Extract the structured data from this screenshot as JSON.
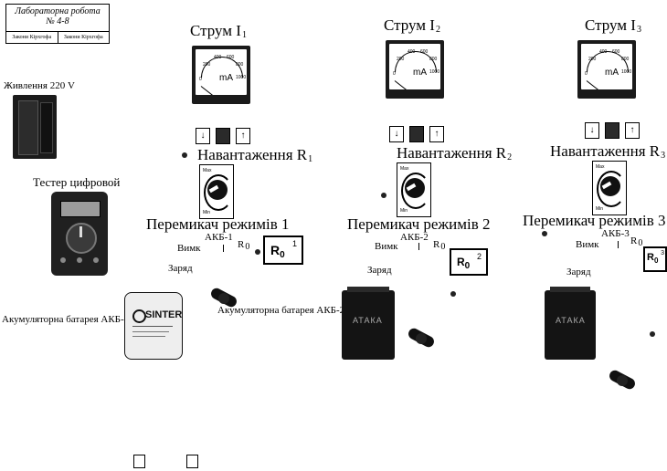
{
  "title_card": {
    "line1": "Лабораторна робота",
    "line2": "№ 4-8",
    "cell_left": "Закони Кірхгофа",
    "cell_right": "Закони Кірхгофа"
  },
  "left": {
    "power_label": "Живлення 220 V",
    "tester_label": "Тестер цифровой",
    "battery_label": "Акумуляторна батарея АКБ-1",
    "battery_brand": "SINTER"
  },
  "circuits": [
    {
      "current_label": "Струм I",
      "current_sub": "1",
      "meter": {
        "unit": "mA",
        "scale": [
          "0",
          "200",
          "400",
          "600",
          "800",
          "1000"
        ]
      },
      "load_label": "Навантаження R",
      "load_sub": "1",
      "pot": {
        "max": "Max",
        "min": "Min"
      },
      "mode_label": "Перемикач режимів 1",
      "pos_off": "Вимк",
      "pos_akb": "АКБ-1",
      "pos_r0": "R",
      "pos_r0_sub": "0",
      "pos_charge": "Заряд",
      "r0_main": "R",
      "r0_sub": "0",
      "r0_sup": "1"
    },
    {
      "current_label": "Струм I",
      "current_sub": "2",
      "meter": {
        "unit": "mA",
        "scale": [
          "0",
          "200",
          "400",
          "600",
          "800",
          "1000"
        ]
      },
      "load_label": "Навантаження R",
      "load_sub": "2",
      "pot": {
        "max": "Max",
        "min": "Min"
      },
      "mode_label": "Перемикач режимів 2",
      "pos_off": "Вимк",
      "pos_akb": "АКБ-2",
      "pos_r0": "R",
      "pos_r0_sub": "0",
      "pos_charge": "Заряд",
      "r0_main": "R",
      "r0_sub": "0",
      "r0_sup": "2",
      "battery_label": "Акумуляторна батарея АКБ-2",
      "battery_brand": "АТАКА"
    },
    {
      "current_label": "Струм I",
      "current_sub": "3",
      "meter": {
        "unit": "mA",
        "scale": [
          "0",
          "200",
          "400",
          "600",
          "800",
          "1000"
        ]
      },
      "load_label": "Навантаження R",
      "load_sub": "3",
      "pot": {
        "max": "Max",
        "min": "Min"
      },
      "mode_label": "Перемикач режимів 3",
      "pos_off": "Вимк",
      "pos_akb": "АКБ-3",
      "pos_r0": "R",
      "pos_r0_sub": "0",
      "pos_charge": "Заряд",
      "r0_main": "R",
      "r0_sub": "0",
      "r0_sup": "3",
      "battery_brand": "АТАКА"
    }
  ],
  "icons": {
    "switch_left": "arrow-down-icon",
    "switch_right": "arrow-up-icon",
    "lamp": "lamp-icon"
  },
  "glyphs": {
    "down": "↓",
    "up": "↑"
  }
}
